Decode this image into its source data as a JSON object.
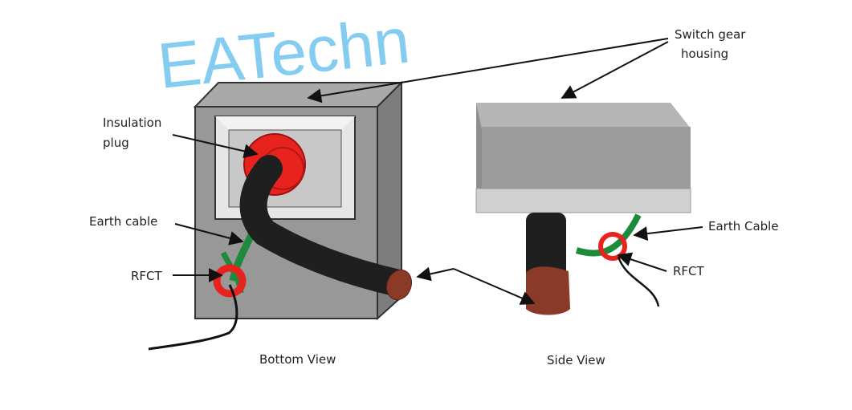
{
  "labels": {
    "switchgear_line1": "Switch gear",
    "switchgear_line2": "housing",
    "insulation_line1": "Insulation",
    "insulation_line2": "plug",
    "earth_cable_bottom": "Earth cable",
    "rfct_bottom": "RFCT",
    "earth_cable_side": "Earth Cable",
    "rfct_side": "RFCT",
    "bottom_view": "Bottom View",
    "side_view": "Side View"
  },
  "watermark": "EATechn",
  "colors": {
    "housing": "#8f8f8f",
    "plug": "#e8231e",
    "cable": "#1f1f1f",
    "cable_end": "#8a3a26",
    "earth": "#1e8a3c",
    "watermark": "#3aaee8"
  }
}
